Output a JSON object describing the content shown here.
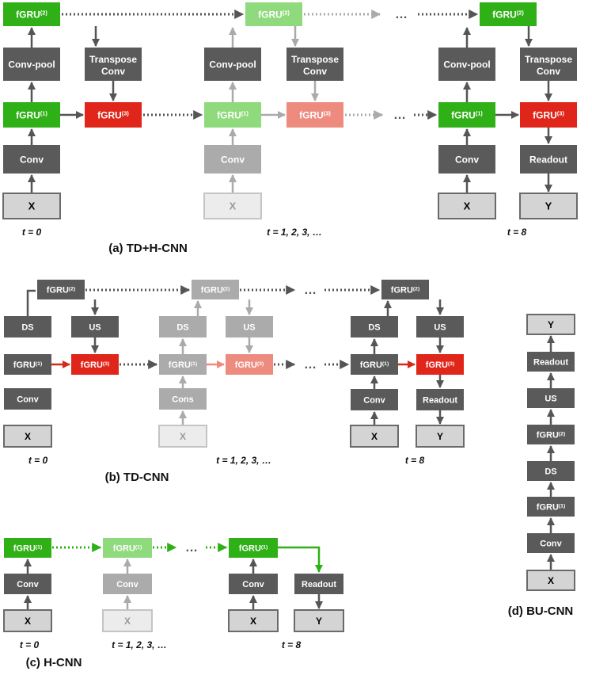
{
  "colors": {
    "dark": "#5a5a5a",
    "mid": "#ababab",
    "input": "#d4d4d4",
    "input_border": "#6a6a6a",
    "input_faded": "#ececec",
    "input_faded_border": "#c4c4c4",
    "green": "#2fb016",
    "green_faded": "#8fda7c",
    "red": "#e0261a",
    "red_faded": "#ee8b7f",
    "arrow_dark": "#555555",
    "arrow_faded": "#aaaaaa",
    "arrow_red": "#d42a1b",
    "arrow_red_faded": "#ee8b7f",
    "arrow_green": "#2fb016",
    "arrow_green_faded": "#8fda7c"
  },
  "labels": {
    "fgru": "fGRU",
    "sup1": "(1)",
    "sup2": "(2)",
    "sup3": "(3)",
    "conv": "Conv",
    "cons": "Cons",
    "convpool": "Conv-pool",
    "transpose_1": "Transpose",
    "transpose_2": "Conv",
    "readout": "Readout",
    "ds": "DS",
    "us": "US",
    "x": "X",
    "y": "Y",
    "ellipsis": "…"
  },
  "time_labels": {
    "t0": "t = 0",
    "tmid": "t = 1, 2, 3, …",
    "tlast": "t = 8"
  },
  "captions": {
    "a": "(a) TD+H-CNN",
    "b": "(b) TD-CNN",
    "c": "(c) H-CNN",
    "d": "(d) BU-CNN"
  }
}
